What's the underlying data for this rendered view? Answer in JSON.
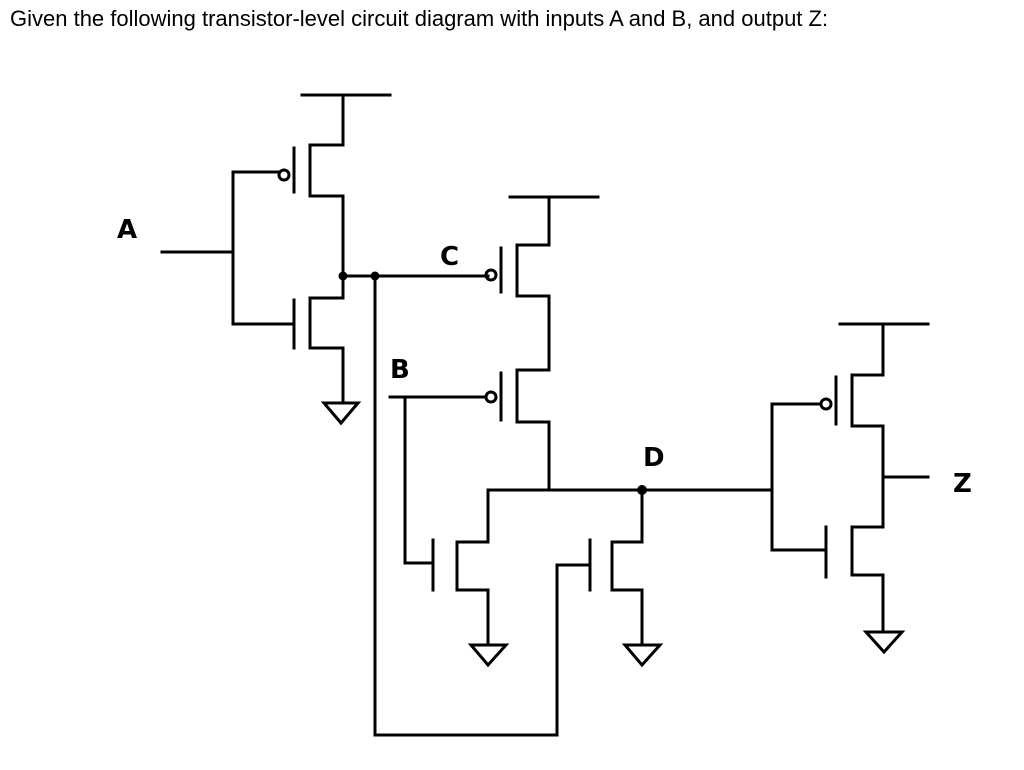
{
  "question_text": "Given the following transistor-level circuit diagram with inputs A and B, and output Z:",
  "labels": {
    "a": "A",
    "b": "B",
    "c": "C",
    "d": "D",
    "z": "Z"
  },
  "colors": {
    "ink": "#000000",
    "background": "#ffffff"
  }
}
